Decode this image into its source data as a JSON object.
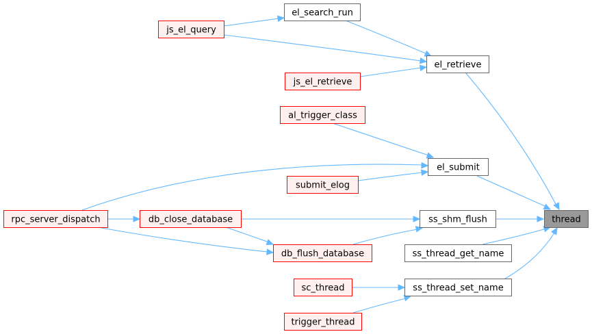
{
  "diagram": {
    "colors": {
      "edge": "#63b8ff",
      "undocumented_border": "#ff0000",
      "undocumented_fill": "#fff0f0",
      "documented_border": "#666666",
      "documented_fill": "#ffffff",
      "current_fill": "#999999"
    },
    "nodes": [
      {
        "id": "thread",
        "label": "thread",
        "style": "current"
      },
      {
        "id": "el_retrieve",
        "label": "el_retrieve",
        "style": "documented"
      },
      {
        "id": "el_search_run",
        "label": "el_search_run",
        "style": "documented"
      },
      {
        "id": "js_el_query",
        "label": "js_el_query",
        "style": "undocumented"
      },
      {
        "id": "js_el_retrieve",
        "label": "js_el_retrieve",
        "style": "undocumented"
      },
      {
        "id": "el_submit",
        "label": "el_submit",
        "style": "documented"
      },
      {
        "id": "al_trigger_class",
        "label": "al_trigger_class",
        "style": "undocumented"
      },
      {
        "id": "submit_elog",
        "label": "submit_elog",
        "style": "undocumented"
      },
      {
        "id": "rpc_server_dispatch",
        "label": "rpc_server_dispatch",
        "style": "undocumented"
      },
      {
        "id": "ss_shm_flush",
        "label": "ss_shm_flush",
        "style": "documented"
      },
      {
        "id": "db_close_database",
        "label": "db_close_database",
        "style": "undocumented"
      },
      {
        "id": "db_flush_database",
        "label": "db_flush_database",
        "style": "undocumented"
      },
      {
        "id": "ss_thread_get_name",
        "label": "ss_thread_get_name",
        "style": "documented"
      },
      {
        "id": "ss_thread_set_name",
        "label": "ss_thread_set_name",
        "style": "documented"
      },
      {
        "id": "sc_thread",
        "label": "sc_thread",
        "style": "undocumented"
      },
      {
        "id": "trigger_thread",
        "label": "trigger_thread",
        "style": "undocumented"
      }
    ],
    "edges": [
      {
        "from": "el_retrieve",
        "to": "thread"
      },
      {
        "from": "el_submit",
        "to": "thread"
      },
      {
        "from": "ss_shm_flush",
        "to": "thread"
      },
      {
        "from": "ss_thread_get_name",
        "to": "thread"
      },
      {
        "from": "ss_thread_set_name",
        "to": "thread"
      },
      {
        "from": "el_search_run",
        "to": "el_retrieve"
      },
      {
        "from": "js_el_query",
        "to": "el_retrieve"
      },
      {
        "from": "js_el_retrieve",
        "to": "el_retrieve"
      },
      {
        "from": "js_el_query",
        "to": "el_search_run"
      },
      {
        "from": "al_trigger_class",
        "to": "el_submit"
      },
      {
        "from": "rpc_server_dispatch",
        "to": "el_submit"
      },
      {
        "from": "submit_elog",
        "to": "el_submit"
      },
      {
        "from": "db_close_database",
        "to": "ss_shm_flush"
      },
      {
        "from": "db_flush_database",
        "to": "ss_shm_flush"
      },
      {
        "from": "rpc_server_dispatch",
        "to": "db_close_database"
      },
      {
        "from": "db_close_database",
        "to": "db_flush_database"
      },
      {
        "from": "rpc_server_dispatch",
        "to": "db_flush_database"
      },
      {
        "from": "sc_thread",
        "to": "ss_thread_set_name"
      },
      {
        "from": "trigger_thread",
        "to": "ss_thread_set_name"
      }
    ]
  }
}
